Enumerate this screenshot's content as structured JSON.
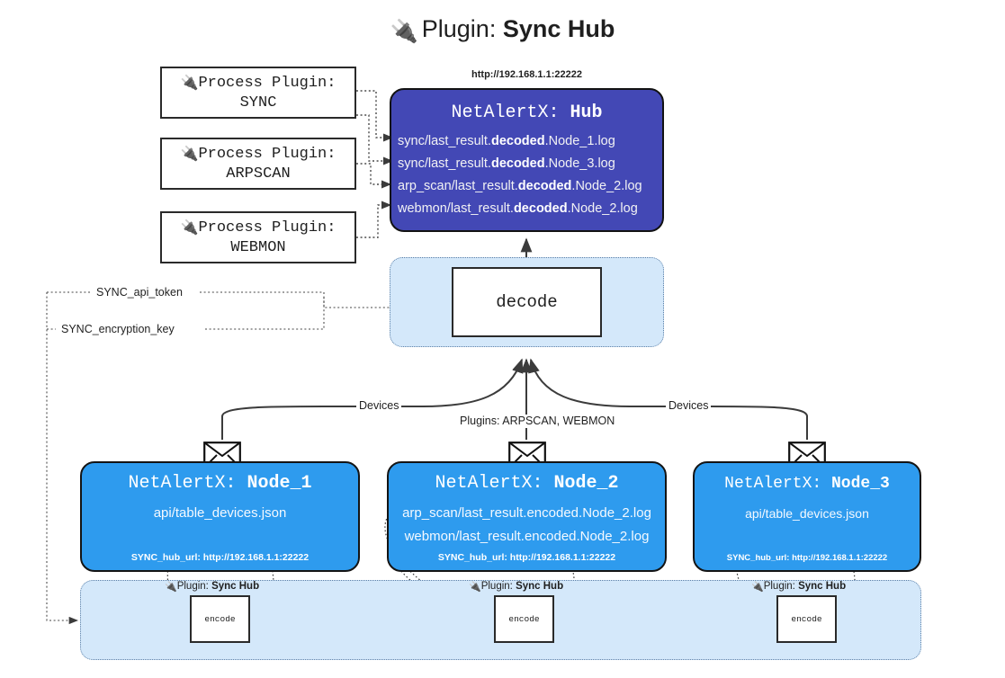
{
  "header": {
    "plug_icon": "🔌",
    "label": "Plugin:",
    "value": "Sync Hub"
  },
  "process_plugins": [
    {
      "icon": "🔌",
      "line1": "Process Plugin:",
      "line2": "SYNC"
    },
    {
      "icon": "🔌",
      "line1": "Process Plugin:",
      "line2": "ARPSCAN"
    },
    {
      "icon": "🔌",
      "line1": "Process Plugin:",
      "line2": "WEBMON"
    }
  ],
  "hub": {
    "url": "http://192.168.1.1:22222",
    "title_prefix": "NetAlertX: ",
    "title_name": "Hub",
    "logs": [
      {
        "pre": "sync/last_result.",
        "strong": "decoded",
        "post": ".Node_1.log"
      },
      {
        "pre": "sync/last_result.",
        "strong": "decoded",
        "post": ".Node_3.log"
      },
      {
        "pre": "arp_scan/last_result.",
        "strong": "decoded",
        "post": ".Node_2.log"
      },
      {
        "pre": "webmon/last_result.",
        "strong": "decoded",
        "post": ".Node_2.log"
      }
    ]
  },
  "decode": {
    "label": "decode"
  },
  "secrets": {
    "api_token": "SYNC_api_token",
    "encryption_key": "SYNC_encryption_key"
  },
  "edges": {
    "devices_left": "Devices",
    "devices_right": "Devices",
    "plugins_center": "Plugins: ARPSCAN, WEBMON"
  },
  "nodes": [
    {
      "title_prefix": "NetAlertX: ",
      "title_name": "Node_1",
      "lines": [
        "api/table_devices.json"
      ],
      "footer": "SYNC_hub_url: http://192.168.1.1:22222",
      "envelope_icon": "envelope"
    },
    {
      "title_prefix": "NetAlertX: ",
      "title_name": "Node_2",
      "lines": [
        "arp_scan/last_result.encoded.Node_2.log",
        "webmon/last_result.encoded.Node_2.log"
      ],
      "footer": "SYNC_hub_url: http://192.168.1.1:22222",
      "envelope_icon": "envelope"
    },
    {
      "title_prefix": "NetAlertX: ",
      "title_name": "Node_3",
      "lines": [
        "api/table_devices.json"
      ],
      "footer": "SYNC_hub_url: http://192.168.1.1:22222",
      "envelope_icon": "envelope"
    }
  ],
  "encoders": [
    {
      "icon": "🔌",
      "label_prefix": "Plugin: ",
      "label_name": "Sync Hub",
      "box_label": "encode"
    },
    {
      "icon": "🔌",
      "label_prefix": "Plugin: ",
      "label_name": "Sync Hub",
      "box_label": "encode"
    },
    {
      "icon": "🔌",
      "label_prefix": "Plugin: ",
      "label_name": "Sync Hub",
      "box_label": "encode"
    }
  ],
  "colors": {
    "hub_fill": "#4348b5",
    "node_fill": "#2e9bee",
    "region_fill": "#d4e8fa",
    "region_border": "#5b7fa6",
    "line": "#3b3b3b"
  }
}
